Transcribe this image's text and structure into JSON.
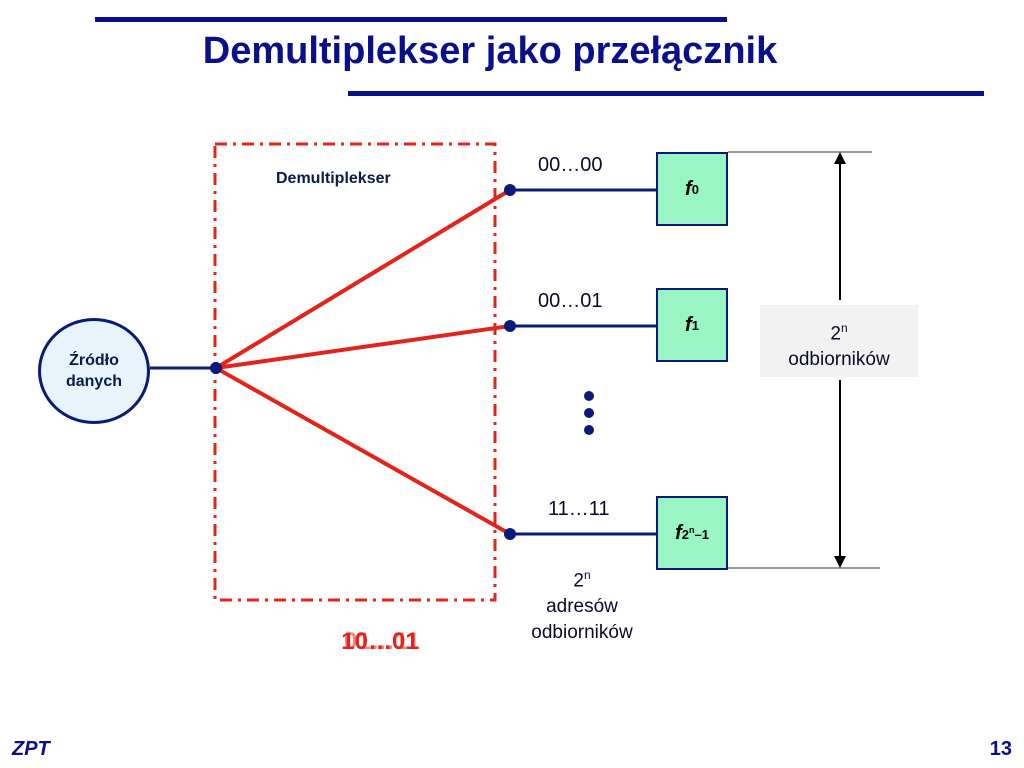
{
  "slide": {
    "title": "Demultiplekser jako przełącznik",
    "footer_left": "ZPT",
    "page_number": "13"
  },
  "colors": {
    "title_blue": "#0a0f8c",
    "switch_red": "#e3241b",
    "receiver_green": "#99f5c4",
    "source_fill": "#e7f4fb"
  },
  "diagram": {
    "demux_label": "Demultiplekser",
    "source": {
      "line1": "Źródło",
      "line2": "danych"
    },
    "outputs": [
      {
        "address": "00…00",
        "receiver_symbol": "f",
        "receiver_index": "0"
      },
      {
        "address": "00…01",
        "receiver_symbol": "f",
        "receiver_index": "1"
      },
      {
        "address": "11…11",
        "receiver_symbol": "f",
        "receiver_index_base": "2",
        "receiver_index_exp": "n",
        "receiver_index_suffix": "–1"
      }
    ],
    "receivers_count": {
      "base": "2",
      "exp": "n",
      "text": "odbiorników"
    },
    "addresses_caption": {
      "base": "2",
      "exp": "n",
      "line2": "adresów",
      "line3": "odbiorników"
    },
    "selected_address": "10…01",
    "selected_address_ghost": "01…11"
  }
}
